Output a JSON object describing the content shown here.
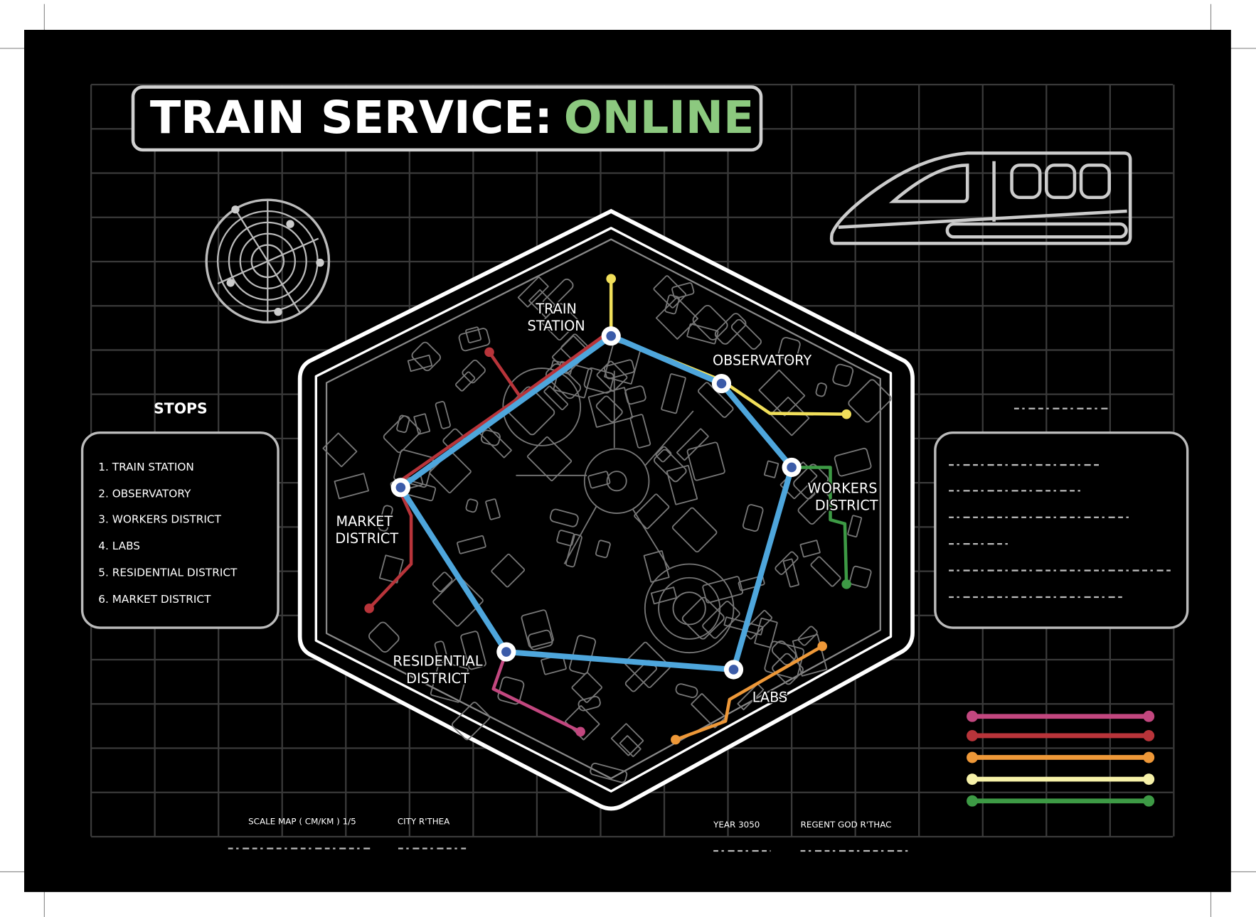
{
  "title": {
    "prefix": "TRAIN SERVICE:",
    "status": "ONLINE"
  },
  "colors": {
    "status": "#8cc97f",
    "loop": "#4ea6dc",
    "yellow": "#f1df5a",
    "red": "#b8343a",
    "green": "#3d9a45",
    "orange": "#ee9838",
    "magenta": "#c2477f",
    "pale_yellow": "#f6f1a8"
  },
  "stops_panel": {
    "heading": "STOPS",
    "items": [
      "1. TRAIN STATION",
      "2. OBSERVATORY",
      "3. WORKERS DISTRICT",
      "4. LABS",
      "5. RESIDENTIAL DISTRICT",
      "6. MARKET DISTRICT"
    ]
  },
  "map_labels": {
    "train_station": [
      "TRAIN",
      "STATION"
    ],
    "observatory": [
      "OBSERVATORY"
    ],
    "workers": [
      "WORKERS",
      "DISTRICT"
    ],
    "labs": [
      "LABS"
    ],
    "residential": [
      "RESIDENTIAL",
      "DISTRICT"
    ],
    "market": [
      "MARKET",
      "DISTRICT"
    ]
  },
  "footer": {
    "scale": "SCALE MAP ( CM/KM ) 1/5",
    "city": "CITY R'THEA",
    "year": "YEAR 3050",
    "regent": "REGENT GOD R'THAC"
  }
}
